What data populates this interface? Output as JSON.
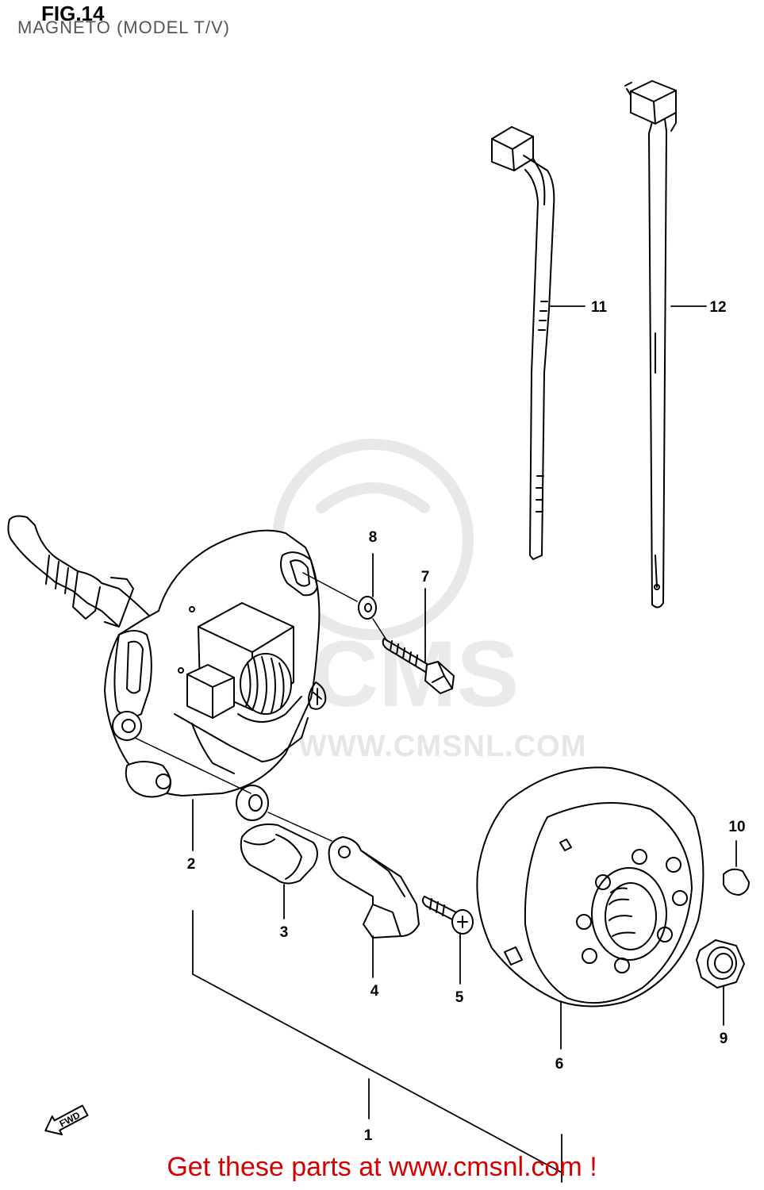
{
  "figure": {
    "title": "FIG.14",
    "subtitle": "MAGNETO (MODEL T/V)"
  },
  "watermark": {
    "logo_text": "CMS",
    "url_text": "WWW.CMSNL.COM"
  },
  "direction_marker": {
    "label": "FWD"
  },
  "callouts": [
    {
      "id": "1",
      "label": "1"
    },
    {
      "id": "2",
      "label": "2"
    },
    {
      "id": "3",
      "label": "3"
    },
    {
      "id": "4",
      "label": "4"
    },
    {
      "id": "5",
      "label": "5"
    },
    {
      "id": "6",
      "label": "6"
    },
    {
      "id": "7",
      "label": "7"
    },
    {
      "id": "8",
      "label": "8"
    },
    {
      "id": "9",
      "label": "9"
    },
    {
      "id": "10",
      "label": "10"
    },
    {
      "id": "11",
      "label": "11"
    },
    {
      "id": "12",
      "label": "12"
    }
  ],
  "footer": {
    "text": "Get these parts at www.cmsnl.com !"
  },
  "colors": {
    "line": "#000000",
    "footer": "#d40000",
    "watermark": "#e6e6e6"
  }
}
